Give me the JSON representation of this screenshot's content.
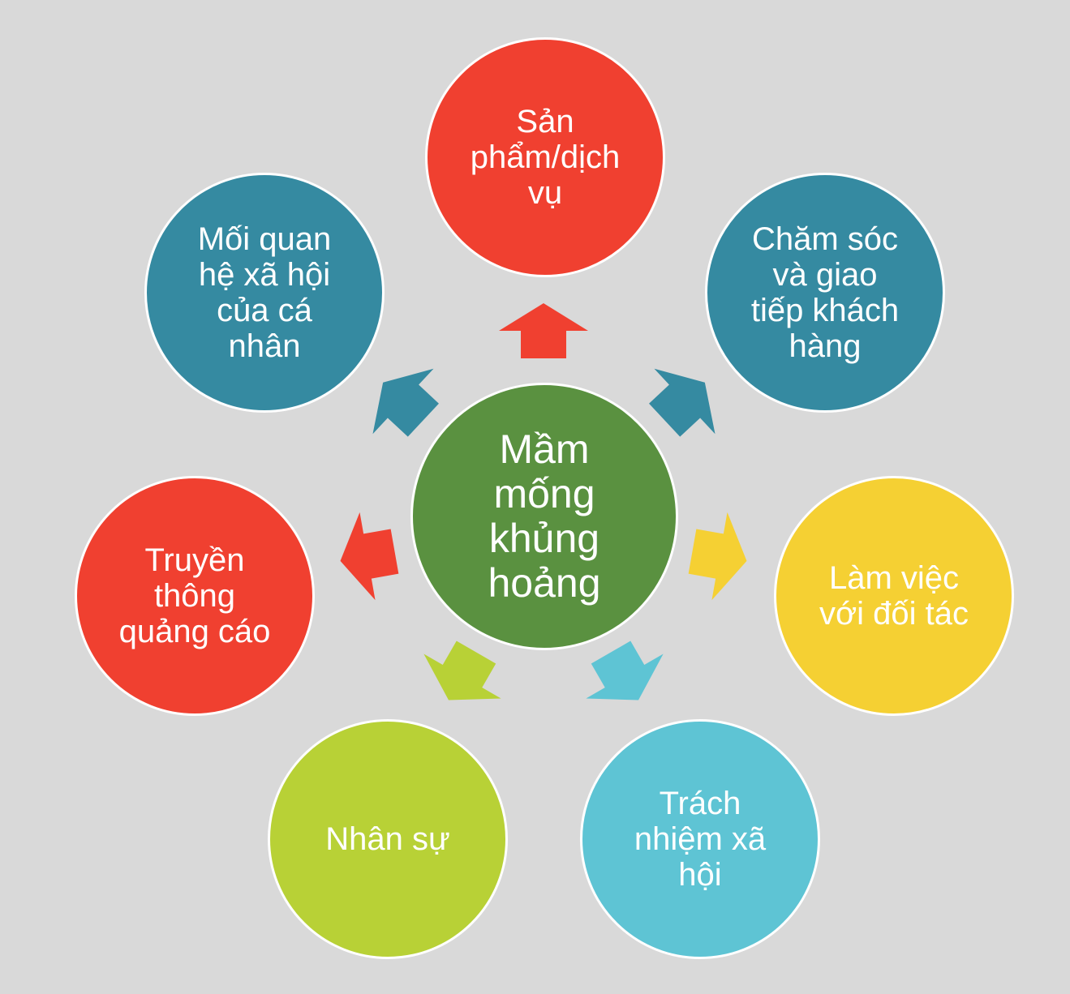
{
  "center": {
    "label": "Mầm\nmống\nkhủng\nhoảng",
    "color": "#5a9140"
  },
  "nodes": [
    {
      "label": "Sản\nphẩm/dịch\nvụ",
      "color": "#f04030",
      "arrow_color": "#f04030"
    },
    {
      "label": "Chăm sóc\nvà giao\ntiếp khách\nhàng",
      "color": "#358aa1",
      "arrow_color": "#358aa1"
    },
    {
      "label": "Làm việc\nvới đối tác",
      "color": "#f5d033",
      "arrow_color": "#f5d033"
    },
    {
      "label": "Trách\nnhiệm xã\nhội",
      "color": "#5ec4d4",
      "arrow_color": "#5ec4d4"
    },
    {
      "label": "Nhân sự",
      "color": "#b8d136",
      "arrow_color": "#b8d136"
    },
    {
      "label": "Truyền\nthông\nquảng cáo",
      "color": "#f04030",
      "arrow_color": "#f04030"
    },
    {
      "label": "Mối quan\nhệ xã hội\ncủa cá\nnhân",
      "color": "#358aa1",
      "arrow_color": "#358aa1"
    }
  ],
  "icons": {
    "arrow": "up-arrow-icon"
  }
}
